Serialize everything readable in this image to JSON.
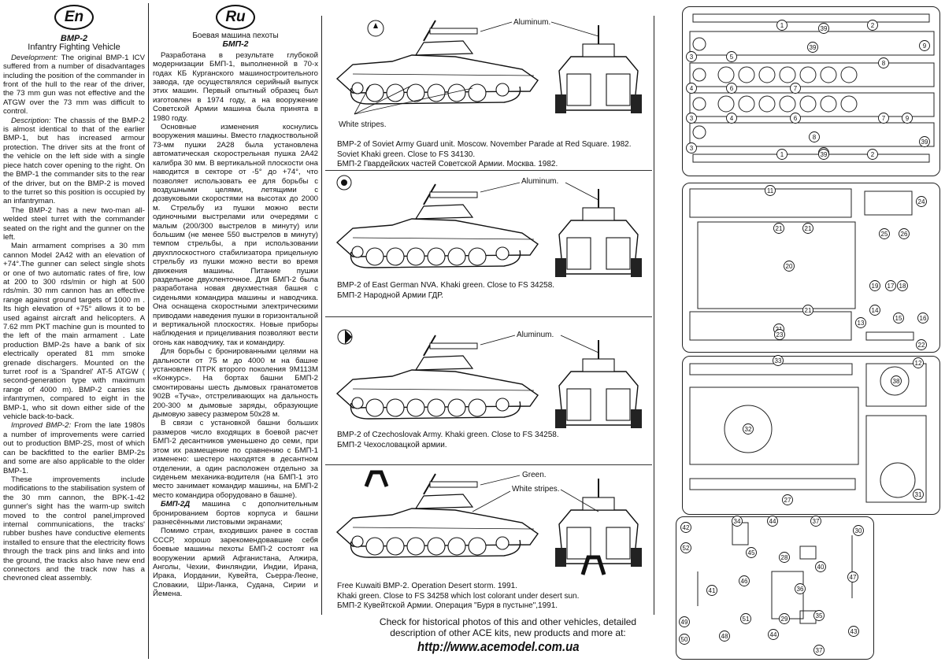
{
  "en": {
    "badge": "En",
    "title": "BMP-2",
    "subtitle": "Infantry Fighting Vehicle",
    "development_head": "Development:",
    "development": "The original BMP-1 ICV suffered from a number of disadvantages including the position of the commander in front of the hull to the rear of the driver, the 73 mm gun was not effective and the ATGW over the 73 mm was difficult to control.",
    "description_head": "Description:",
    "description": "The chassis of the BMP-2 is almost identical to that of the earlier BMP-1, but has increased armour protection. The driver sits at the front of the vehicle on the left side with a single piece hatch cover opening to the right. On the BMP-1 the commander sits to the rear of the driver, but on the BMP-2 is moved to the turret so this position is occupied by an infantryman.",
    "p3": "The BMP-2 has a new two-man all-welded steel turret with the commander seated on the right and the gunner on the left.",
    "p4": "Main armament comprises a 30 mm cannon Model 2A42 with an elevation of +74°.The gunner can select single shots or one of two automatic rates of fire, low at 200 to 300 rds/min or high at 500 rds/min. 30 mm cannon has an effective range against ground targets of 1000 m . Its high elevation of +75° allows it to be used against aircraft and helicopters. A 7.62 mm PKT machine gun is mounted to the left of the main armament . Late production BMP-2s have a bank of six electrically operated 81 mm smoke grenade dischargers. Mounted on the turret roof is a 'Spandrel' AT-5 ATGW ( second-generation type with maximum range of 4000 m). BMP-2 carries six infantrymen, compared to eight in the BMP-1, who sit down either side of the vehicle back-to-back.",
    "improved_head": "Improved BMP-2:",
    "improved": "From the late 1980s a number of improvements were carried out to production BMP-2S, most of which can be backfitted to the earlier BMP-2s and some are also applicable to the older BMP-1.",
    "p6": "These improvements include modifications to the stabilisation system of the 30 mm cannon, the BPK-1-42 gunner's sight has the warm-up switch moved to the control panel,improved internal communications, the tracks' rubber bushes have conductive elements installed to ensure that the electricity flows through the track pins and links and into the ground, the tracks also have new end connectors and the track now has a chevroned cleat assembly."
  },
  "ru": {
    "badge": "Ru",
    "subtitle": "Боевая машина пехоты",
    "title": "БМП-2",
    "p1": "Разработана в результате глубокой модернизации БМП-1, выполненной в 70-х годах КБ Курганского машиностроительного завода, где осуществлялся серийный выпуск этих машин. Первый опытный образец был изготовлен в 1974 году, а на вооружение Советской Армии машина была принята в 1980 году.",
    "p2": "Основные изменения коснулись вооружения машины. Вместо гладкоствольной 73-мм пушки 2А28 была установлена автоматическая скорострельная пушка 2А42 калибра 30 мм. В вертикальной плоскости она наводится в секторе от -5° до +74°, что позволяет использовать ее для борьбы с воздушными целями, летящими с дозвуковыми скоростями на высотах до 2000 м. Стрельбу из пушки можно вести одиночными выстрелами или очередями с малым (200/300 выстрелов в минуту) или большим (не менее 550 выстрелов в минуту) темпом стрельбы, а при использовании двухплоскостного стабилизатора прицельную стрельбу из пушки можно вести во время движения машины. Питание пушки раздельное двухленточное. Для БМП-2 была разработана новая двухместная башня с сиденьями командира машины и наводчика. Она оснащена скоростными электрическими приводами наведения пушки в горизонтальной и вертикальной плоскостях. Новые приборы наблюдения и прицеливания позволяют вести огонь как наводчику, так и командиру.",
    "p3": "Для борьбы с бронированными целями на дальности от 75 м до 4000 м на башне установлен ПТРК второго поколения 9М113М «Конкурс». На бортах башни БМП-2 смонтированы шесть дымовых гранатометов 902В «Туча», отстреливающих на дальность 200-300 м дымовые заряды, образующие дымовую завесу размером 50х28 м.",
    "p4": "В связи с установкой башни больших размеров число входящих в боевой расчет БМП-2 десантников уменьшено до семи, при этом их размещение по сравнению с БМП-1 изменено: шестеро находятся в десантном отделении, а один расположен отдельно за сиденьем механика-водителя (на БМП-1 это место занимает командир машины, на БМП-2 место командира оборудовано в башне).",
    "p5_head": "БМП-2Д",
    "p5": "машина с дополнительным бронированием бортов корпуса и башни разнесёнными листовыми экранами;",
    "p6": "Помимо стран, входивших ранее в состав СССР, хорошо зарекомендовавшие себя боевые машины пехоты БМП-2 состоят на вооружении армий Афганистана, Алжира, Анголы, Чехии, Финляндии, Индии, Ирана, Ирака, Иордании, Кувейта, Сьерра-Леоне, Словакии, Шри-Ланка, Судана, Сирии и Йемена."
  },
  "profiles": [
    {
      "caption_en": "BMP-2 of Soviet Army Guard unit. Moscow. November Parade at Red Square. 1982.",
      "caption_en2": "Soviet Khaki green. Close to FS 34130.",
      "caption_ru": "БМП-2 Гвардейских частей Советской Армии. Москва. 1982.",
      "label_a": "Aluminum.",
      "label_b": "White stripes."
    },
    {
      "caption_en": "BMP-2 of East German NVA. Khaki green. Close to FS 34258.",
      "caption_ru": "БМП-2 Народной Армии ГДР.",
      "label_a": "Aluminum."
    },
    {
      "caption_en": "BMP-2 of Czechoslovak Army. Khaki green. Close to FS 34258.",
      "caption_ru": "БМП-2 Чехословацкой армии.",
      "label_a": "Aluminum."
    },
    {
      "caption_en": "Free Kuwaiti BMP-2. Operation Desert storm. 1991.",
      "caption_en2": "Khaki green. Close to FS 34258 which lost colorant under desert sun.",
      "caption_ru": "БМП-2 Кувейтской Армии. Операция \"Буря в пустыне\",1991.",
      "label_a": "Green.",
      "label_b": "White stripes."
    }
  ],
  "footer": {
    "text": "Check for historical photos of this and other vehicles, detailed description of other ACE kits, new products and more at:",
    "url": "http://www.acemodel.com.ua"
  },
  "parts": {
    "sprue1": [
      "1",
      "39",
      "2",
      "3",
      "5",
      "39",
      "8",
      "9",
      "4",
      "6",
      "7",
      "3",
      "4",
      "6",
      "7",
      "8",
      "39",
      "39",
      "3",
      "9",
      "1",
      "39",
      "2"
    ],
    "sprue2": [
      "11",
      "24",
      "21",
      "21",
      "25",
      "26",
      "20",
      "19",
      "17",
      "18",
      "13",
      "14",
      "15",
      "16",
      "21",
      "21",
      "23",
      "22",
      "12"
    ],
    "sprue3": [
      "33",
      "38",
      "32",
      "27",
      "31"
    ],
    "sprue4": [
      "42",
      "34",
      "44",
      "37",
      "30",
      "52",
      "45",
      "28",
      "40",
      "41",
      "46",
      "36",
      "47",
      "49",
      "51",
      "29",
      "35",
      "50",
      "48",
      "44",
      "43",
      "37"
    ]
  }
}
